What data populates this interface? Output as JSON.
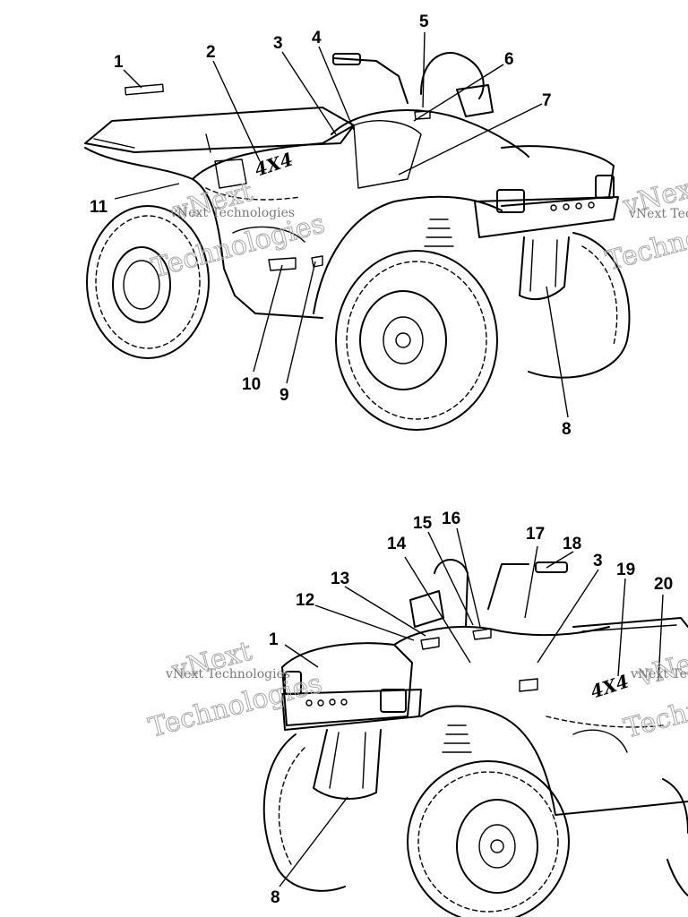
{
  "watermark": {
    "line1": "vNext",
    "line2": "Technologies",
    "full": "vNext Technologies"
  },
  "decals": {
    "model_4x4": "4X4"
  },
  "top_view": {
    "callouts": [
      {
        "id": "1"
      },
      {
        "id": "2"
      },
      {
        "id": "3"
      },
      {
        "id": "4"
      },
      {
        "id": "5"
      },
      {
        "id": "6"
      },
      {
        "id": "7"
      },
      {
        "id": "8"
      },
      {
        "id": "9"
      },
      {
        "id": "10"
      },
      {
        "id": "11"
      }
    ]
  },
  "bottom_view": {
    "callouts": [
      {
        "id": "1"
      },
      {
        "id": "12"
      },
      {
        "id": "13"
      },
      {
        "id": "14"
      },
      {
        "id": "15"
      },
      {
        "id": "16"
      },
      {
        "id": "17"
      },
      {
        "id": "18"
      },
      {
        "id": "3"
      },
      {
        "id": "19"
      },
      {
        "id": "20"
      },
      {
        "id": "8"
      }
    ]
  }
}
